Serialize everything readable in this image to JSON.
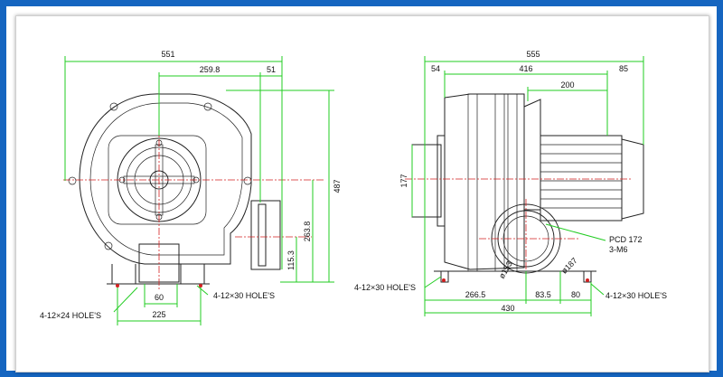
{
  "colors": {
    "frame": "#1565c0",
    "dimension_line": "#22cc22",
    "center_line": "#d42020",
    "outline": "#222222"
  },
  "front_view": {
    "dims": {
      "width_total": "551",
      "offset_center": "259.8",
      "outlet_width": "51",
      "height_total": "487",
      "center_height": "263.8",
      "outlet_height": "115.3",
      "foot_hole_spacing": "60",
      "foot_span": "225"
    },
    "notes": {
      "holes_left": "4-12×24 HOLE'S",
      "holes_right": "4-12×30 HOLE'S"
    }
  },
  "side_view": {
    "dims": {
      "length_total": "555",
      "inlet_depth": "54",
      "body_length": "416",
      "motor_end": "85",
      "motor_length": "200",
      "inlet_height": "177",
      "base_a": "266.5",
      "base_b": "83.5",
      "base_c": "80",
      "base_total": "430",
      "flange_inner": "ø153",
      "flange_outer": "ø187"
    },
    "notes": {
      "pcd": "PCD 172",
      "screws": "3-M6",
      "holes_left": "4-12×30 HOLE'S",
      "holes_right": "4-12×30 HOLE'S"
    }
  }
}
